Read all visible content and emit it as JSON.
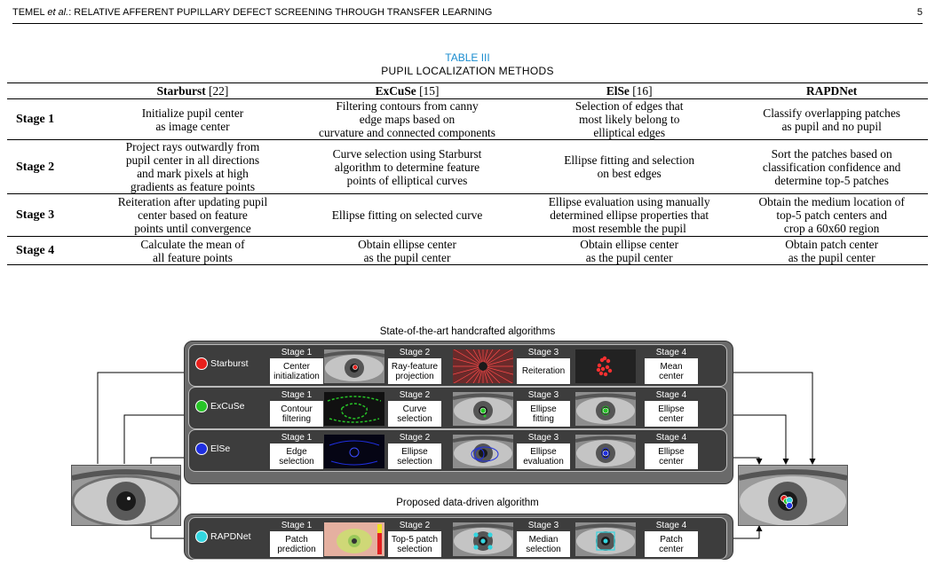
{
  "header": {
    "left_pre": "TEMEL ",
    "left_em": "et al.",
    "left_post": ": RELATIVE AFFERENT PUPILLARY DEFECT SCREENING THROUGH TRANSFER LEARNING",
    "page_number": "5"
  },
  "table": {
    "number": "TABLE III",
    "caption": "PUPIL LOCALIZATION METHODS",
    "columns": [
      {
        "name": "Starburst",
        "ref": " [22]"
      },
      {
        "name": "ExCuSe",
        "ref": " [15]"
      },
      {
        "name": "ElSe",
        "ref": " [16]"
      },
      {
        "name": "RAPDNet",
        "ref": ""
      }
    ],
    "rows": [
      {
        "stage": "Stage 1",
        "cells": [
          [
            "Initialize pupil center",
            "as image center"
          ],
          [
            "Filtering contours from canny",
            "edge maps based on",
            "curvature and connected components"
          ],
          [
            "Selection of edges that",
            "most likely belong to",
            "elliptical edges"
          ],
          [
            "Classify overlapping patches",
            "as pupil and no pupil"
          ]
        ]
      },
      {
        "stage": "Stage 2",
        "cells": [
          [
            "Project rays outwardly from",
            "pupil center in all directions",
            "and mark pixels at high",
            "gradients as feature points"
          ],
          [
            "Curve selection using Starburst",
            "algorithm to determine feature",
            "points of elliptical curves"
          ],
          [
            "Ellipse fitting and selection",
            "on best edges"
          ],
          [
            "Sort the patches based on",
            "classification confidence and",
            "determine top-5 patches"
          ]
        ]
      },
      {
        "stage": "Stage 3",
        "cells": [
          [
            "Reiteration after updating pupil",
            "center based on feature",
            "points until convergence"
          ],
          [
            "Ellipse fitting on selected curve"
          ],
          [
            "Ellipse evaluation using manually",
            "determined ellipse properties that",
            "most resemble the pupil"
          ],
          [
            "Obtain the medium location of",
            "top-5 patch centers and",
            "crop a 60x60 region"
          ]
        ]
      },
      {
        "stage": "Stage 4",
        "cells": [
          [
            "Calculate the mean of",
            "all feature points"
          ],
          [
            "Obtain ellipse center",
            "as the pupil center"
          ],
          [
            "Obtain ellipse center",
            "as the pupil center"
          ],
          [
            "Obtain patch center",
            "as the pupil center"
          ]
        ]
      }
    ]
  },
  "figure": {
    "title_top": "State-of-the-art handcrafted algorithms",
    "title_bottom": "Proposed data-driven algorithm",
    "stage_labels": [
      "Stage 1",
      "Stage 2",
      "Stage 3",
      "Stage 4"
    ],
    "algorithms": [
      {
        "name": "Starburst",
        "color": "#e8201c",
        "steps": [
          [
            "Center",
            "initialization"
          ],
          [
            "Ray-feature",
            "projection"
          ],
          [
            "Reiteration"
          ],
          [
            "Mean",
            "center"
          ]
        ]
      },
      {
        "name": "ExCuSe",
        "color": "#27c427",
        "steps": [
          [
            "Contour",
            "filtering"
          ],
          [
            "Curve",
            "selection"
          ],
          [
            "Ellipse",
            "fitting"
          ],
          [
            "Ellipse",
            "center"
          ]
        ]
      },
      {
        "name": "ElSe",
        "color": "#1f2fe0",
        "steps": [
          [
            "Edge",
            "selection"
          ],
          [
            "Ellipse",
            "selection"
          ],
          [
            "Ellipse",
            "evaluation"
          ],
          [
            "Ellipse",
            "center"
          ]
        ]
      },
      {
        "name": "RAPDNet",
        "color": "#33d6e0",
        "steps": [
          [
            "Patch",
            "prediction"
          ],
          [
            "Top-5 patch",
            "selection"
          ],
          [
            "Median",
            "selection"
          ],
          [
            "Patch",
            "center"
          ]
        ]
      }
    ]
  }
}
